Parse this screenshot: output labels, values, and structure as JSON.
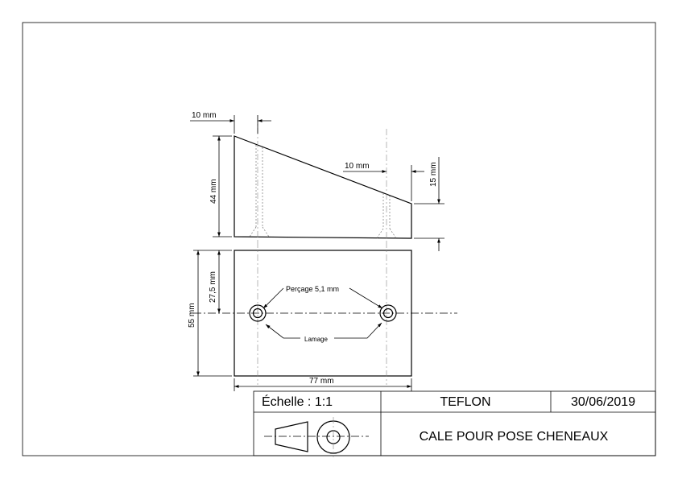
{
  "dimensions": {
    "top_left_offset": "10 mm",
    "top_right_offset": "10 mm",
    "height_left": "44 mm",
    "height_right": "15 mm",
    "hole_center_height": "27,5 mm",
    "total_height": "55 mm",
    "total_length": "77 mm"
  },
  "annotations": {
    "drilling": "Perçage 5,1 mm",
    "countersink": "Lamage"
  },
  "title_block": {
    "scale": "Échelle : 1:1",
    "material": "TEFLON",
    "date": "30/06/2019",
    "title": "CALE POUR POSE CHENEAUX"
  }
}
